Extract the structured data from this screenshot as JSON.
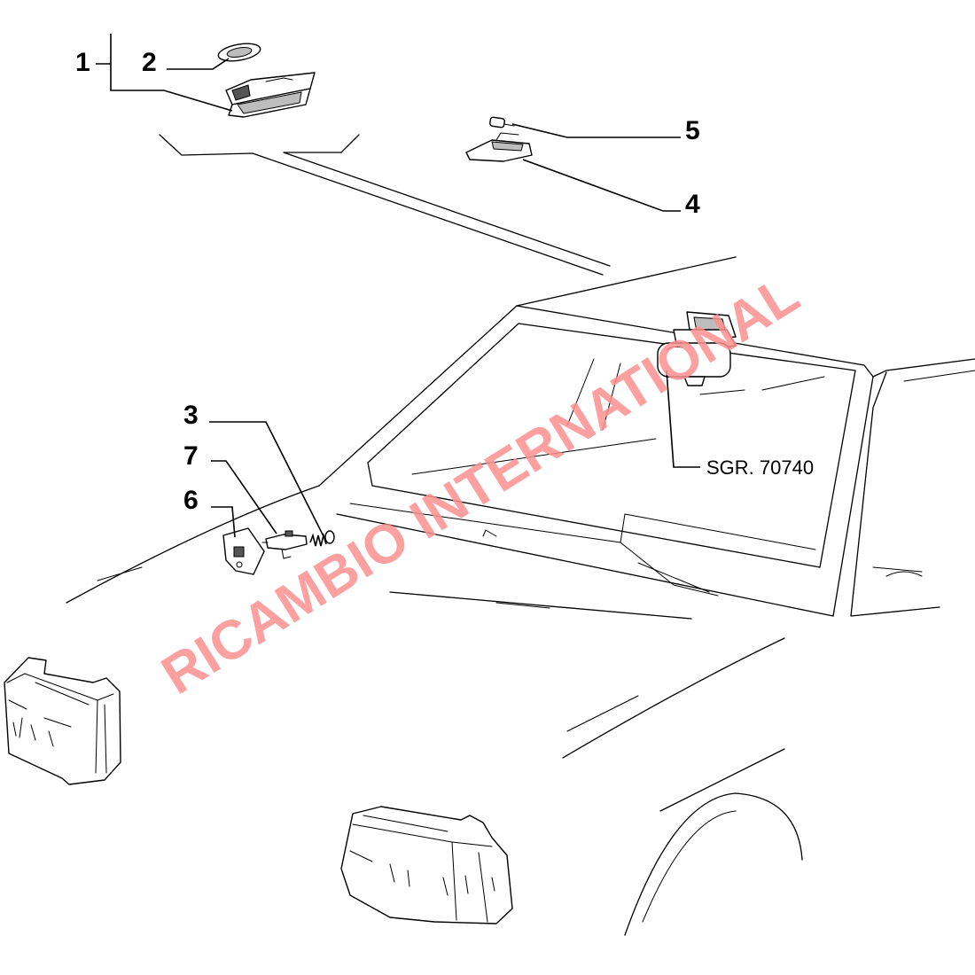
{
  "callouts": {
    "c1": "1",
    "c2": "2",
    "c3": "3",
    "c4": "4",
    "c5": "5",
    "c6": "6",
    "c7": "7"
  },
  "reference": "SGR. 70740",
  "watermark": "RICAMBIO INTERNATIONAL",
  "colors": {
    "line": "#000000",
    "watermark": "#ff8f8f",
    "background": "#ffffff"
  }
}
